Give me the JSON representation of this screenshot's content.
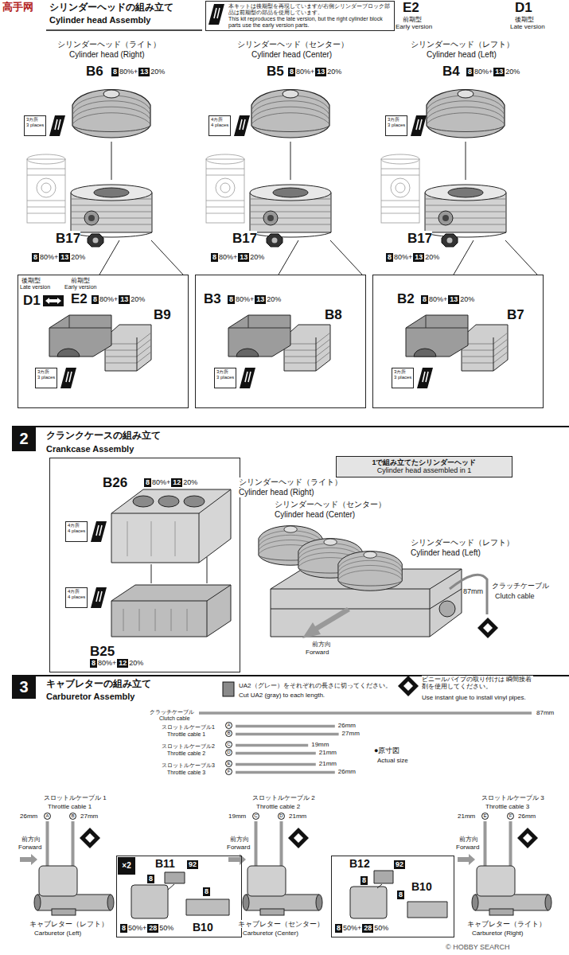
{
  "diagram": {
    "nodes": [
      {
        "text": [
          "本キットは後期型を再現していますが右側シリンダーブロック部品は前期型の部品を使用しています。",
          "This kit reproduces the late version, but the right cylinder block parts use the early version parts."
        ]
      },
      {
        "text": [
          "3カ所",
          "3 places"
        ]
      },
      {
        "text": [
          "4カ所",
          "4 places"
        ]
      },
      {
        "text": [
          "3カ所",
          "3 places"
        ]
      },
      {
        "text": [
          "後期型",
          "Late version",
          "D1",
          "前期型",
          "Early version",
          "E2",
          "8",
          "80%+",
          "13",
          "20%",
          "B9"
        ]
      },
      {
        "text": [
          "3カ所",
          "3 places"
        ],
        "in": 4
      },
      {
        "text": [
          "B3",
          "8",
          "80%+",
          "13",
          "20%",
          "B8"
        ]
      },
      {
        "text": [
          "3カ所",
          "3 places"
        ],
        "in": 6
      },
      {
        "text": [
          "B2",
          "8",
          "80%+",
          "13",
          "20%",
          "B7"
        ]
      },
      {
        "text": [
          "3カ所",
          "3 places"
        ],
        "in": 8
      },
      {
        "text": [
          "2"
        ]
      },
      {
        "text": [
          "B26",
          "8",
          "80%+",
          "12",
          "20%",
          "B25",
          "8",
          "80%+",
          "12",
          "20%"
        ]
      },
      {
        "text": [
          "4カ所",
          "4 places"
        ],
        "in": 11
      },
      {
        "text": [
          "4カ所",
          "4 places"
        ],
        "in": 11
      },
      {
        "text": [
          "1で組み立てたシリンダーヘッド",
          "Cylinder head assembled in 1"
        ]
      },
      {
        "text": [
          "3"
        ]
      },
      {
        "text": [
          "B11",
          "92",
          "8",
          "8",
          "B10",
          "8",
          "50%+",
          "28",
          "50%"
        ]
      },
      {
        "text": [
          "×2"
        ],
        "in": 16
      },
      {
        "text": [
          "B12",
          "92",
          "8",
          "8",
          "B10",
          "8",
          "50%+",
          "28",
          "50%"
        ]
      }
    ],
    "labels": [
      "高手网",
      "シリンダーヘッドの組み立て",
      "Cylinder head Assembly",
      "E2",
      "前期型",
      "Early version",
      "D1",
      "後期型",
      "Late version",
      "シリンダーヘッド（ライト）",
      "Cylinder head (Right)",
      "B6",
      "8",
      "80%+",
      "13",
      "20%",
      "シリンダーヘッド（センター）",
      "Cylinder head (Center)",
      "B5",
      "8",
      "80%+",
      "13",
      "20%",
      "シリンダーヘッド（レフト）",
      "Cylinder head (Left)",
      "B4",
      "8",
      "80%+",
      "13",
      "20%",
      "B17",
      "8",
      "80%+",
      "13",
      "20%",
      "B17",
      "8",
      "80%+",
      "13",
      "20%",
      "B17",
      "8",
      "80%+",
      "13",
      "20%",
      "クランクケースの組み立て",
      "Crankcase Assembly",
      "シリンダーヘッド（ライト）",
      "Cylinder head (Right)",
      "シリンダーヘッド（センター）",
      "Cylinder head (Center)",
      "シリンダーヘッド（レフト）",
      "Cylinder head (Left)",
      "87mm",
      "クラッチケーブル",
      "Clutch cable",
      "前方向",
      "Forward",
      "キャブレターの組み立て",
      "Carburetor Assembly",
      "UA2（グレー）をそれぞれの長さに切ってください。",
      "Cut UA2 (gray) to each length.",
      "ビニールパイプの取り付けは 瞬間接着剤を使用してください。",
      "Use instant glue to install vinyl pipes.",
      "クラッチケーブル",
      "Clutch cable",
      "87mm",
      "スロットルケーブル1",
      "Throttle cable 1",
      "A",
      "B",
      "26mm",
      "27mm",
      "スロットルケーブル2",
      "Throttle cable 2",
      "C",
      "D",
      "19mm",
      "21mm",
      "スロットルケーブル3",
      "Throttle cable 3",
      "E",
      "F",
      "21mm",
      "26mm",
      "●原寸図",
      "Actual size",
      "スロットルケーブル 1",
      "Throttle cable 1",
      "26mm",
      "A",
      "B",
      "27mm",
      "前方向",
      "Forward",
      "キャブレター（レフト）",
      "Carburetor (Left)",
      "スロットルケーブル 2",
      "Throttle cable 2",
      "19mm",
      "C",
      "D",
      "21mm",
      "前方向",
      "Forward",
      "キャブレター（センター）",
      "Carburetor (Center)",
      "スロットルケーブル 3",
      "Throttle cable 3",
      "21mm",
      "E",
      "F",
      "26mm",
      "前方向",
      "Forward",
      "キャブレター（ライト）",
      "Carburetor (Right)",
      "© HOBBY SEARCH"
    ]
  }
}
